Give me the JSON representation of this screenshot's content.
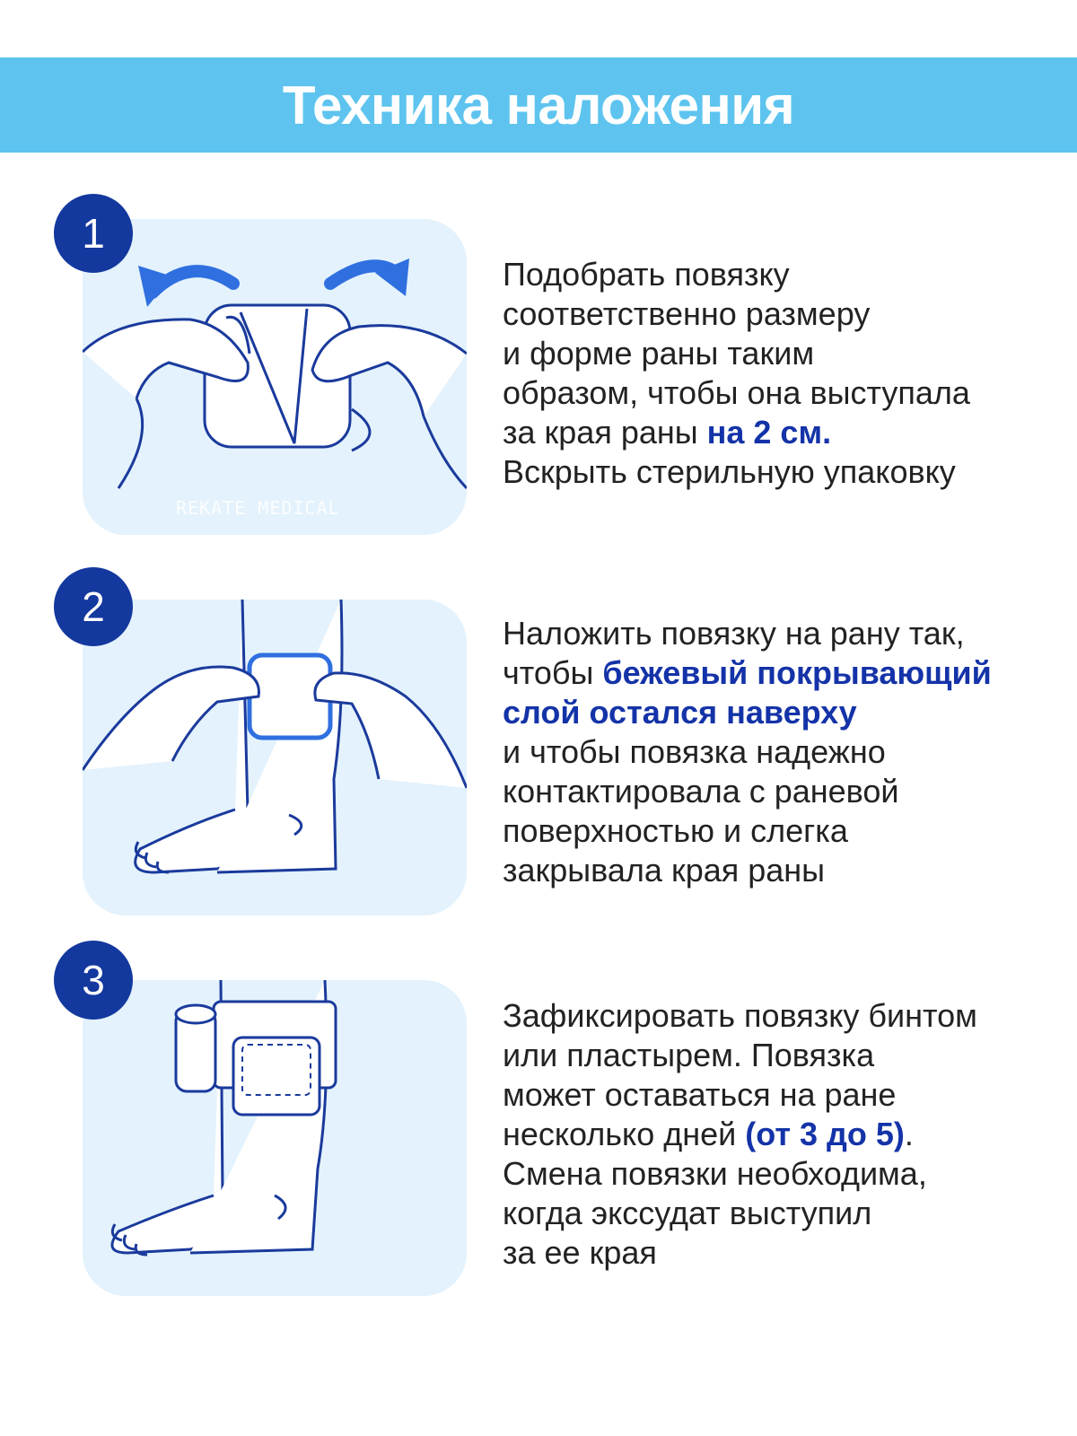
{
  "header": {
    "title": "Техника наложения"
  },
  "watermark": "REKATE MEDICAL",
  "steps": [
    {
      "number": "1",
      "lines": [
        [
          {
            "t": "Подобрать повязку"
          }
        ],
        [
          {
            "t": "соответственно размеру"
          }
        ],
        [
          {
            "t": "и форме раны таким"
          }
        ],
        [
          {
            "t": "образом, чтобы она выступала"
          }
        ],
        [
          {
            "t": "за края раны "
          },
          {
            "t": "на 2 см.",
            "b": true
          }
        ],
        [
          {
            "t": "Вскрыть стерильную упаковку"
          }
        ]
      ]
    },
    {
      "number": "2",
      "lines": [
        [
          {
            "t": "Наложить повязку на рану так,"
          }
        ],
        [
          {
            "t": "чтобы "
          },
          {
            "t": "бежевый покрывающий",
            "b": true
          }
        ],
        [
          {
            "t": "слой остался наверху",
            "b": true
          }
        ],
        [
          {
            "t": "и чтобы повязка надежно"
          }
        ],
        [
          {
            "t": "контактировала с раневой"
          }
        ],
        [
          {
            "t": "поверхностью и слегка"
          }
        ],
        [
          {
            "t": "закрывала края раны"
          }
        ]
      ]
    },
    {
      "number": "3",
      "lines": [
        [
          {
            "t": "Зафиксировать повязку бинтом"
          }
        ],
        [
          {
            "t": "или пластырем. Повязка"
          }
        ],
        [
          {
            "t": "может оставаться на ране"
          }
        ],
        [
          {
            "t": "несколько дней "
          },
          {
            "t": "(от 3 до 5)",
            "b": true
          },
          {
            "t": "."
          }
        ],
        [
          {
            "t": "Смена повязки необходима,"
          }
        ],
        [
          {
            "t": "когда экссудат выступил"
          }
        ],
        [
          {
            "t": "за ее края"
          }
        ]
      ]
    }
  ],
  "colors": {
    "header_bg": "#5ec4ef",
    "badge_bg": "#13389e",
    "panel_bg": "#e3f2fc",
    "highlight": "#1433a8",
    "line": "#1a3a9c"
  }
}
